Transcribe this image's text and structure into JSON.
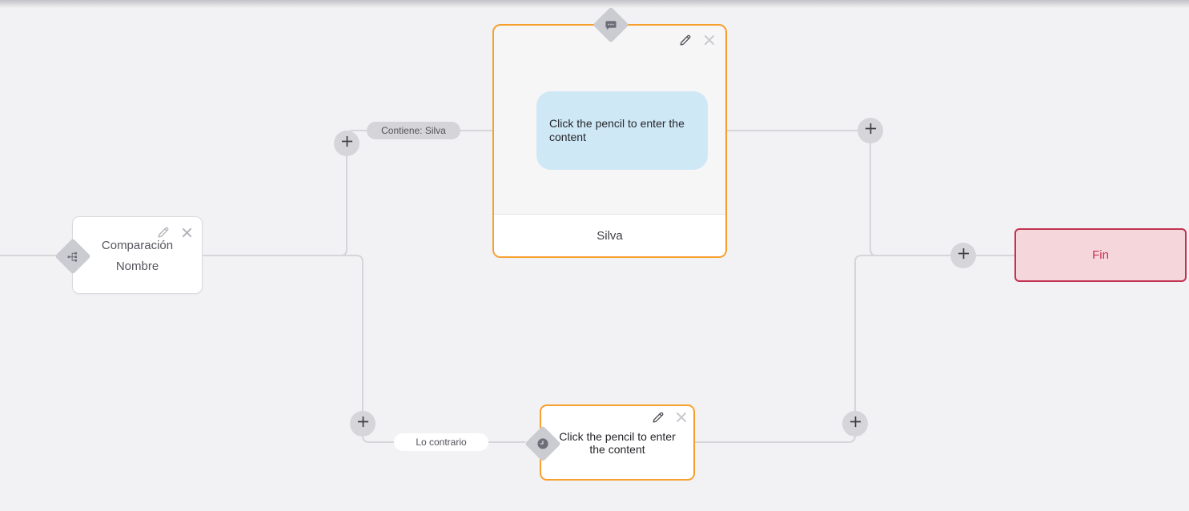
{
  "canvas": {
    "background": "#f2f2f4",
    "connector_color": "#d6d6da"
  },
  "palette": {
    "accent_orange": "#f7a02e",
    "end_border_red": "#c23352",
    "end_bg_pink": "#f5d7db",
    "bubble_blue": "#cfe8f6",
    "diamond_gray": "#cbccd2",
    "plus_circle_gray": "#d6d6da"
  },
  "condition_node": {
    "icon": "branch-icon",
    "title_line1": "Comparación",
    "title_line2": "Nombre"
  },
  "message_node": {
    "icon": "chat-icon",
    "placeholder_text": "Click the pencil to enter the content",
    "footer_label": "Silva"
  },
  "reply_node": {
    "icon": "clock-icon",
    "placeholder_text": "Click the pencil to enter the content"
  },
  "end_node": {
    "label": "Fin"
  },
  "edge_labels": {
    "condition_true": "Contiene: Silva",
    "condition_false": "Lo contrario"
  }
}
